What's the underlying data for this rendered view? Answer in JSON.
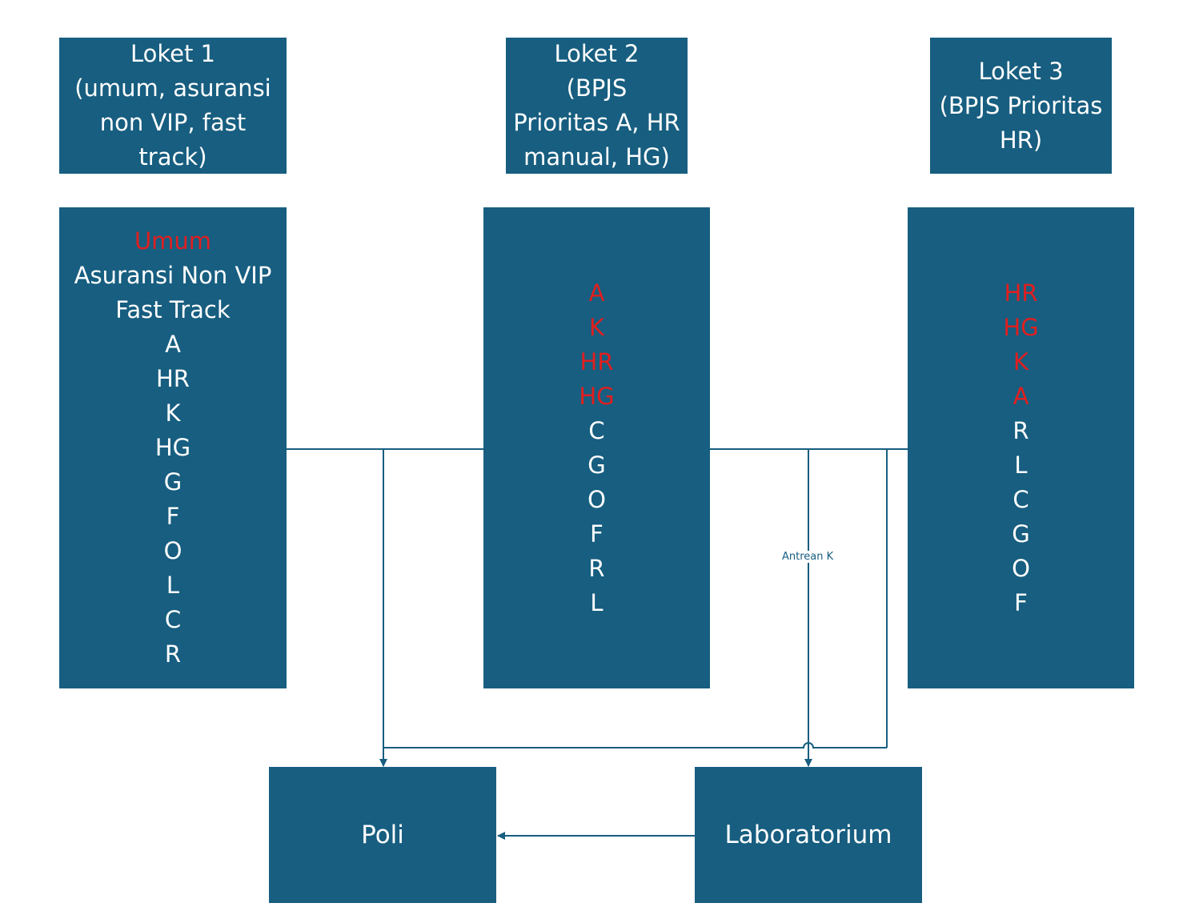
{
  "counters": [
    {
      "id": "loket1",
      "header_lines": [
        "Loket 1",
        "(umum, asuransi",
        "non VIP, fast",
        "track)"
      ],
      "items": [
        {
          "label": "Umum",
          "highlight": true
        },
        {
          "label": "Asuransi Non VIP",
          "highlight": false
        },
        {
          "label": "Fast Track",
          "highlight": false
        },
        {
          "label": "A",
          "highlight": false
        },
        {
          "label": "HR",
          "highlight": false
        },
        {
          "label": "K",
          "highlight": false
        },
        {
          "label": "HG",
          "highlight": false
        },
        {
          "label": "G",
          "highlight": false
        },
        {
          "label": "F",
          "highlight": false
        },
        {
          "label": "O",
          "highlight": false
        },
        {
          "label": "L",
          "highlight": false
        },
        {
          "label": "C",
          "highlight": false
        },
        {
          "label": "R",
          "highlight": false
        }
      ]
    },
    {
      "id": "loket2",
      "header_lines": [
        "Loket 2",
        "(BPJS",
        "Prioritas A, HR",
        "manual, HG)"
      ],
      "items": [
        {
          "label": "A",
          "highlight": true
        },
        {
          "label": "K",
          "highlight": true
        },
        {
          "label": "HR",
          "highlight": true
        },
        {
          "label": "HG",
          "highlight": true
        },
        {
          "label": "C",
          "highlight": false
        },
        {
          "label": "G",
          "highlight": false
        },
        {
          "label": "O",
          "highlight": false
        },
        {
          "label": "F",
          "highlight": false
        },
        {
          "label": "R",
          "highlight": false
        },
        {
          "label": "L",
          "highlight": false
        }
      ]
    },
    {
      "id": "loket3",
      "header_lines": [
        "Loket 3",
        "(BPJS Prioritas",
        "HR)"
      ],
      "items": [
        {
          "label": "HR",
          "highlight": true
        },
        {
          "label": "HG",
          "highlight": true
        },
        {
          "label": "K",
          "highlight": true
        },
        {
          "label": "A",
          "highlight": true
        },
        {
          "label": "R",
          "highlight": false
        },
        {
          "label": "L",
          "highlight": false
        },
        {
          "label": "C",
          "highlight": false
        },
        {
          "label": "G",
          "highlight": false
        },
        {
          "label": "O",
          "highlight": false
        },
        {
          "label": "F",
          "highlight": false
        }
      ]
    }
  ],
  "destinations": {
    "poli": "Poli",
    "lab": "Laboratorium"
  },
  "edge_labels": {
    "antrean_k": "Antrean K"
  },
  "colors": {
    "box_fill": "#175E80",
    "box_text": "#FFFFFF",
    "highlight_text": "#E01F1F",
    "connector": "#175E80"
  }
}
